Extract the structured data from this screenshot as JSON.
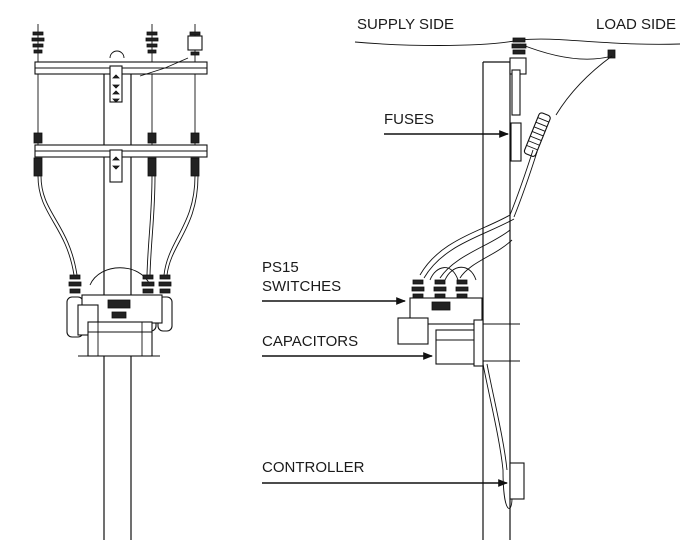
{
  "labels": {
    "supply_side": "SUPPLY SIDE",
    "load_side": "LOAD SIDE",
    "fuses": "FUSES",
    "switches_line1": "PS15",
    "switches_line2": "SWITCHES",
    "capacitors": "CAPACITORS",
    "controller": "CONTROLLER"
  },
  "colors": {
    "line": "#111111",
    "background": "#ffffff"
  }
}
